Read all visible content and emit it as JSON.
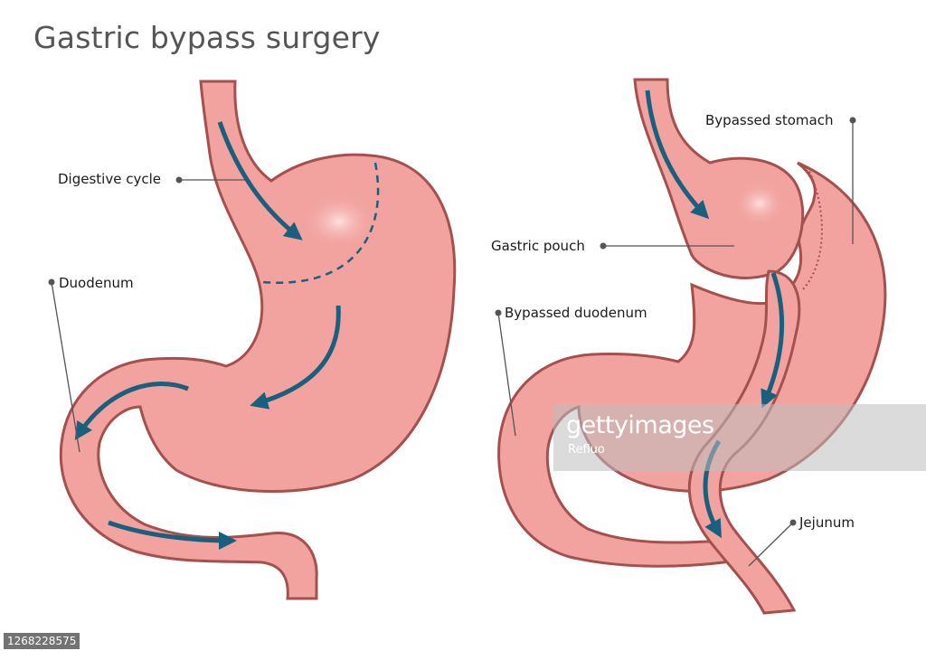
{
  "title": "Gastric bypass surgery",
  "labels": {
    "digestive_cycle": "Digestive cycle",
    "duodenum": "Duodenum",
    "bypassed_stomach": "Bypassed stomach",
    "gastric_pouch": "Gastric pouch",
    "bypassed_duodenum": "Bypassed duodenum",
    "jejunum": "Jejunum"
  },
  "watermark": {
    "logo": "gettyimages",
    "credit": "Refluo",
    "stock_id": "1268228575"
  },
  "colors": {
    "tissue_fill": "#f2a3a0",
    "tissue_outline": "#a3504f",
    "arrow": "#19607e",
    "leader": "#555555"
  }
}
